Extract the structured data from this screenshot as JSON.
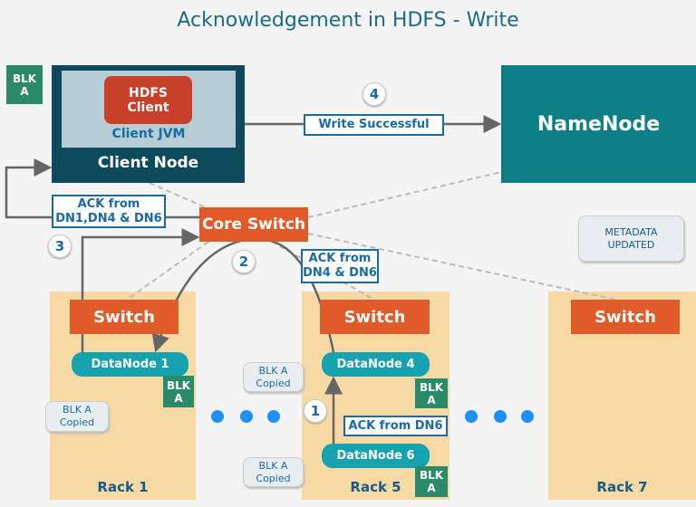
{
  "title": "Acknowledgement in HDFS - Write",
  "blk_label": "BLK\nA",
  "client_node": {
    "hdfs_client": "HDFS\nClient",
    "jvm": "Client JVM",
    "label": "Client Node"
  },
  "namenode": "NameNode",
  "metadata_note": "METADATA\nUPDATED",
  "write_successful": "Write Successful",
  "ack_all": "ACK from\nDN1,DN4 & DN6",
  "ack_dn4_dn6": "ACK from\nDN4 & DN6",
  "ack_dn6": "ACK from DN6",
  "core_switch": "Core Switch",
  "switch": "Switch",
  "steps": [
    "1",
    "2",
    "3",
    "4"
  ],
  "datanodes": [
    "DataNode 1",
    "DataNode 4",
    "DataNode 6"
  ],
  "copied_note": "BLK A\nCopied",
  "racks": [
    "Rack 1",
    "Rack 5",
    "Rack 7"
  ],
  "colors": {
    "title": "#1a6b86",
    "client_node": "#0d4a5c",
    "namenode": "#0f7f86",
    "switch": "#e05a2a",
    "rack": "#f7d9a4",
    "datanode": "#17a2b0",
    "block": "#2a8a6a"
  }
}
